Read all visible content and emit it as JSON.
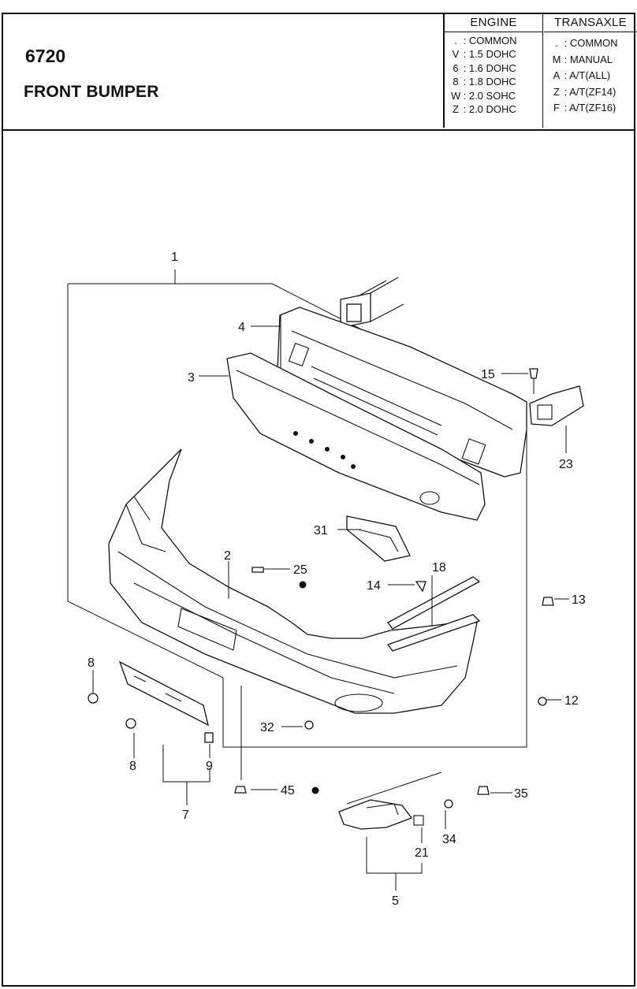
{
  "header": {
    "section_code": "6720",
    "section_title": "FRONT BUMPER"
  },
  "legend": {
    "engine": {
      "heading": "ENGINE",
      "rows": [
        {
          "code": ".",
          "desc": "COMMON"
        },
        {
          "code": "V",
          "desc": "1.5 DOHC"
        },
        {
          "code": "6",
          "desc": "1.6 DOHC"
        },
        {
          "code": "8",
          "desc": "1.8 DOHC"
        },
        {
          "code": "W",
          "desc": "2.0 SOHC"
        },
        {
          "code": "Z",
          "desc": "2.0 DOHC"
        }
      ]
    },
    "transaxle": {
      "heading": "TRANSAXLE",
      "rows": [
        {
          "code": ".",
          "desc": "COMMON"
        },
        {
          "code": "M",
          "desc": "MANUAL"
        },
        {
          "code": "A",
          "desc": "A/T(ALL)"
        },
        {
          "code": "Z",
          "desc": "A/T(ZF14)"
        },
        {
          "code": "F",
          "desc": "A/T(ZF16)"
        }
      ]
    }
  },
  "callouts": {
    "c1": "1",
    "c2": "2",
    "c3": "3",
    "c4": "4",
    "c5": "5",
    "c7": "7",
    "c8a": "8",
    "c8b": "8",
    "c9": "9",
    "c12": "12",
    "c13": "13",
    "c14": "14",
    "c15": "15",
    "c18": "18",
    "c21": "21",
    "c23": "23",
    "c25": "25",
    "c31": "31",
    "c32": "32",
    "c34": "34",
    "c35": "35",
    "c45": "45"
  }
}
